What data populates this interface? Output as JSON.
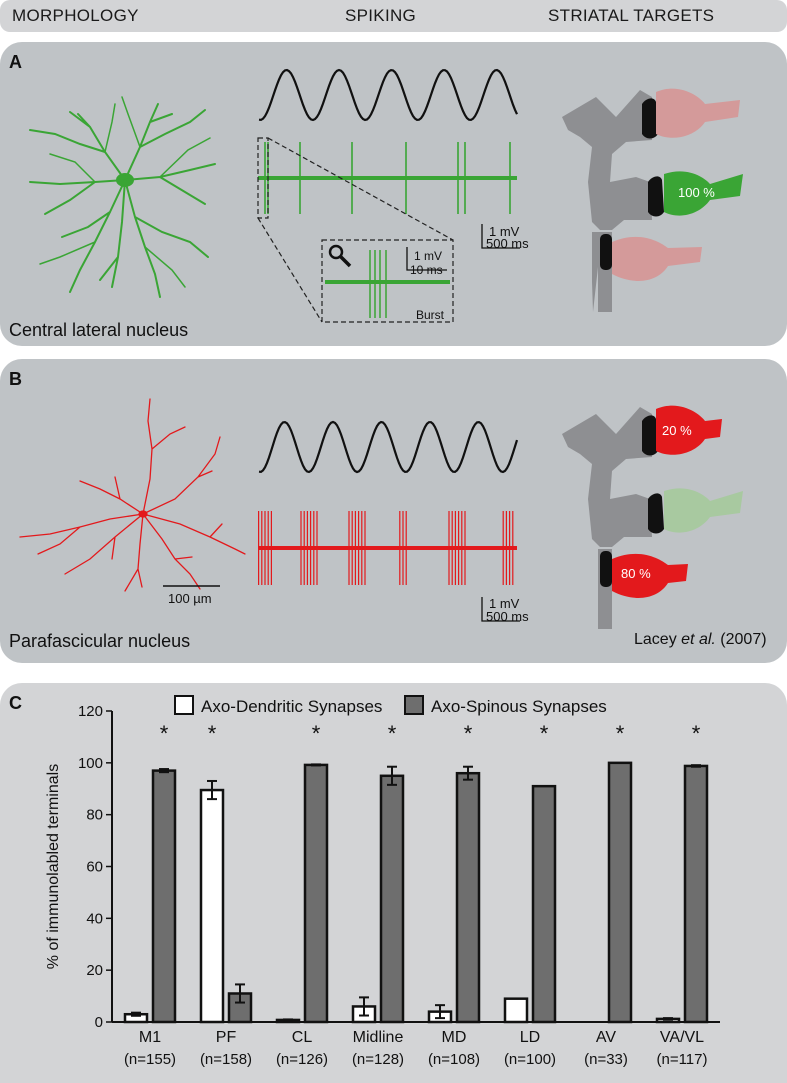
{
  "header": {
    "morphology": "MORPHOLOGY",
    "spiking": "SPIKING",
    "striatal_targets": "STRIATAL TARGETS"
  },
  "panel_a": {
    "label": "A",
    "caption": "Central lateral nucleus",
    "scale_mv": "1 mV",
    "scale_ms": "500 ms",
    "inset_mv": "1 mV",
    "inset_ms": "10 ms",
    "inset_label": "Burst",
    "target_percent": "100 %",
    "color_neuron": "#3aa535",
    "color_target_faded": "#d49a9a"
  },
  "panel_b": {
    "label": "B",
    "caption": "Parafascicular nucleus",
    "scalebar": "100 µm",
    "scale_mv": "1 mV",
    "scale_ms": "500 ms",
    "target_top_percent": "20 %",
    "target_bottom_percent": "80 %",
    "ref_authors": "Lacey",
    "ref_etal": "et al.",
    "ref_year": "(2007)",
    "color_neuron": "#e3191c",
    "color_target_faded": "#a8c9a0"
  },
  "panel_c": {
    "label": "C"
  },
  "chart_data": {
    "type": "bar",
    "title": "",
    "ylabel": "% of immunolabled terminals",
    "xlabel": "",
    "ylim": [
      0,
      120
    ],
    "yticks": [
      0,
      20,
      40,
      60,
      80,
      100,
      120
    ],
    "categories": [
      "M1",
      "PF",
      "CL",
      "Midline",
      "MD",
      "LD",
      "AV",
      "VA/VL"
    ],
    "category_n": [
      "(n=155)",
      "(n=158)",
      "(n=126)",
      "(n=128)",
      "(n=108)",
      "(n=100)",
      "(n=33)",
      "(n=117)"
    ],
    "series": [
      {
        "name": "Axo-Dendritic Synapses",
        "color": "#ffffff",
        "values": [
          3,
          89.5,
          0.8,
          6,
          4,
          9,
          0,
          1.2
        ],
        "errors": [
          0.6,
          3.5,
          0.2,
          3.5,
          2.5,
          0,
          0,
          0.3
        ]
      },
      {
        "name": "Axo-Spinous Synapses",
        "color": "#6e6e6e",
        "values": [
          97,
          11,
          99.2,
          95,
          96,
          91,
          100,
          98.8
        ],
        "errors": [
          0.6,
          3.5,
          0.2,
          3.5,
          2.5,
          0,
          0,
          0.3
        ]
      }
    ],
    "significance": [
      "*",
      "*",
      "*",
      "*",
      "*",
      "*",
      "*",
      "*"
    ],
    "legend_position": "top",
    "grid": false
  }
}
